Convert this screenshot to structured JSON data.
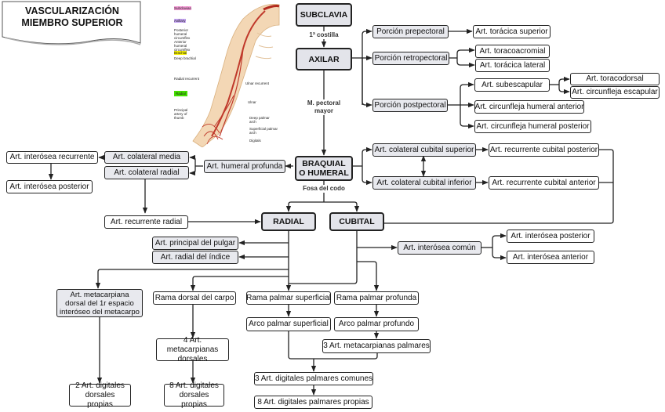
{
  "title": [
    "VASCULARIZACIÓN",
    "MIEMBRO SUPERIOR"
  ],
  "figure": {
    "description": "Ilustración anatómica de las arterias del miembro superior",
    "labels": [
      {
        "text": "Subclavian",
        "highlight": "#f59ad6"
      },
      {
        "text": "Axillary",
        "highlight": "#c7a6f5"
      },
      {
        "text": "Posterior humeral circumflex",
        "highlight": ""
      },
      {
        "text": "Anterior humeral circumflex",
        "highlight": ""
      },
      {
        "text": "Brachial",
        "highlight": "#f5f000"
      },
      {
        "text": "Deep brachial",
        "highlight": ""
      },
      {
        "text": "Radial recurrent",
        "highlight": ""
      },
      {
        "text": "Ulnar recurrent",
        "highlight": ""
      },
      {
        "text": "Radial",
        "highlight": "#44e000"
      },
      {
        "text": "Ulnar",
        "highlight": ""
      },
      {
        "text": "Principal artery of thumb",
        "highlight": ""
      },
      {
        "text": "Deep palmar arch",
        "highlight": ""
      },
      {
        "text": "Superficial palmar arch",
        "highlight": ""
      },
      {
        "text": "Digitals",
        "highlight": ""
      }
    ]
  },
  "edge_labels": {
    "costilla": "1ª costilla",
    "pectoral": [
      "M. pectoral",
      "mayor"
    ],
    "codo": "Fosa del codo"
  },
  "nodes": {
    "subclavia": "SUBCLAVIA",
    "axilar": "AXILAR",
    "braquial": "BRAQUIAL O HUMERAL",
    "radial": "RADIAL",
    "cubital": "CUBITAL",
    "prepectoral": "Porción prepectoral",
    "retropectoral": "Porción retropectoral",
    "postpectoral": "Porción postpectoral",
    "toracica_sup": "Art. torácica superior",
    "toracoacromial": "Art. toracoacromial",
    "toracica_lat": "Art. torácica lateral",
    "subescapular": "Art. subescapular",
    "toracodorsal": "Art. toracodorsal",
    "circ_escapular": "Art. circunfleja escapular",
    "circ_hum_ant": "Art. circunfleja humeral anterior",
    "circ_hum_post": "Art. circunfleja humeral posterior",
    "col_cub_sup": "Art. colateral cubital superior",
    "col_cub_inf": "Art. colateral cubital inferior",
    "rec_cub_post": "Art. recurrente cubital posterior",
    "rec_cub_ant": "Art. recurrente cubital anterior",
    "humeral_prof": "Art. humeral profunda",
    "col_media": "Art. colateral media",
    "col_radial": "Art. colateral radial",
    "inter_rec": "Art. interósea recurrente",
    "inter_post_l": "Art. interósea posterior",
    "rec_radial": "Art. recurrente radial",
    "princ_pulgar": "Art. principal del pulgar",
    "radial_indice": "Art. radial del índice",
    "inter_comun": "Art. interósea común",
    "inter_post_r": "Art. interósea posterior",
    "inter_ant": "Art. interósea anterior",
    "metacarp_dorsal": "Art. metacarpiana dorsal del 1r espacio interóseo del metacarpo",
    "rama_dorsal": "Rama dorsal del carpo",
    "rama_palm_sup": "Rama palmar superficial",
    "rama_palm_prof": "Rama palmar profunda",
    "arco_sup": "Arco palmar superficial",
    "arco_prof": "Arco palmar profundo",
    "metacarp_palm": "3 Art. metacarpianas palmares",
    "metacarp_dors4": "4 Art. metacarpianas dorsales",
    "dig_dors2": "2 Art. digitales dorsales propias",
    "dig_dors8": "8 Art. digitales dorsales propias",
    "dig_palm_com": "3 Art. digitales palmares comunes",
    "dig_palm_prop": "8 Art. digitales palmares propias"
  },
  "colors": {
    "line": "#222222",
    "main_fill": "#e3e4ea",
    "sub_fill": "#e8e9ee",
    "artery_red": "#c0392b"
  }
}
